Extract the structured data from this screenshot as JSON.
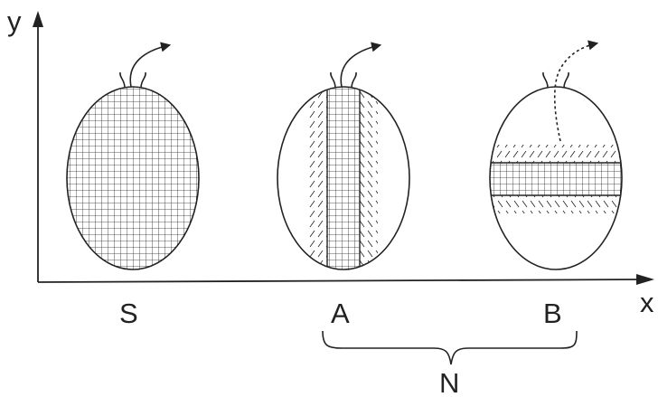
{
  "axes": {
    "x_label": "x",
    "y_label": "y"
  },
  "cells": [
    {
      "id": "S",
      "label": "S",
      "pattern": "full-grid"
    },
    {
      "id": "A",
      "label": "A",
      "pattern": "vertical-band"
    },
    {
      "id": "B",
      "label": "B",
      "pattern": "horizontal-band"
    }
  ],
  "group": {
    "label": "N",
    "members": [
      "A",
      "B"
    ]
  },
  "colors": {
    "ink": "#222222",
    "background": "#ffffff"
  }
}
